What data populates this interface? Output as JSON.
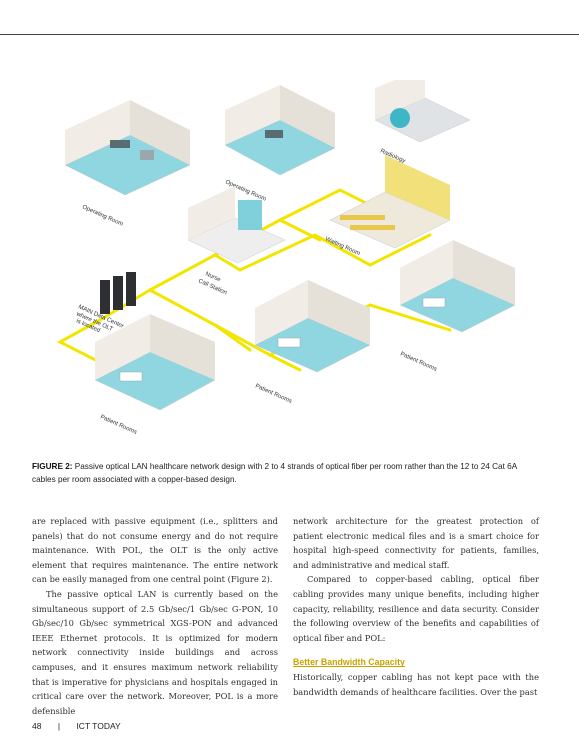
{
  "figure": {
    "labels": {
      "operating_room_1": "Operating Room",
      "operating_room_2": "Operating Room",
      "radiology": "Radiology",
      "waiting_room": "Waiting Room",
      "nurse_station_1": "Nurse",
      "nurse_station_2": "Call Station",
      "data_center_1": "MAIN Data Center",
      "data_center_2": "where the OLT",
      "data_center_3": "is located",
      "patient_rooms_1": "Patient Rooms",
      "patient_rooms_2": "Patient Rooms",
      "patient_rooms_3": "Patient Rooms"
    },
    "colors": {
      "cable": "#f2e600",
      "floor": "#8fd6e0",
      "wall": "#f1ede6"
    }
  },
  "caption": {
    "label": "FIGURE 2:",
    "text": "Passive optical LAN healthcare network design with 2 to 4 strands of optical fiber per room rather than the 12 to 24 Cat 6A cables per room associated with a copper-based design."
  },
  "body": {
    "left": [
      "are replaced with passive equipment (i.e., splitters and panels) that do not consume energy and do not require maintenance. With POL, the OLT is the only active element that requires maintenance. The entire network can be easily managed from one central point (Figure 2).",
      "The passive optical LAN is currently based on the simultaneous support of 2.5 Gb/sec/1 Gb/sec G-PON, 10 Gb/sec/10 Gb/sec symmetrical XGS-PON and advanced IEEE Ethernet protocols. It is optimized for modern network connectivity inside buildings and across campuses, and it ensures maximum network reliability that is imperative for physicians and hospitals engaged in critical care over the network. Moreover, POL is a more defensible"
    ],
    "right": [
      "network architecture for the greatest protection of patient electronic medical files and is a smart choice for hospital high-speed connectivity for patients, families, and administrative and medical staff.",
      "Compared to copper-based cabling, optical fiber cabling provides many unique benefits, including higher capacity, reliability, resilience and data security. Consider the following overview of the benefits and capabilities of optical fiber and POL:"
    ],
    "subhead": "Better Bandwidth Capacity",
    "right_after": "Historically, copper cabling has not kept pace with the bandwidth demands of healthcare facilities. Over the past"
  },
  "footer": {
    "page": "48",
    "separator": "|",
    "publication": "ICT TODAY"
  }
}
